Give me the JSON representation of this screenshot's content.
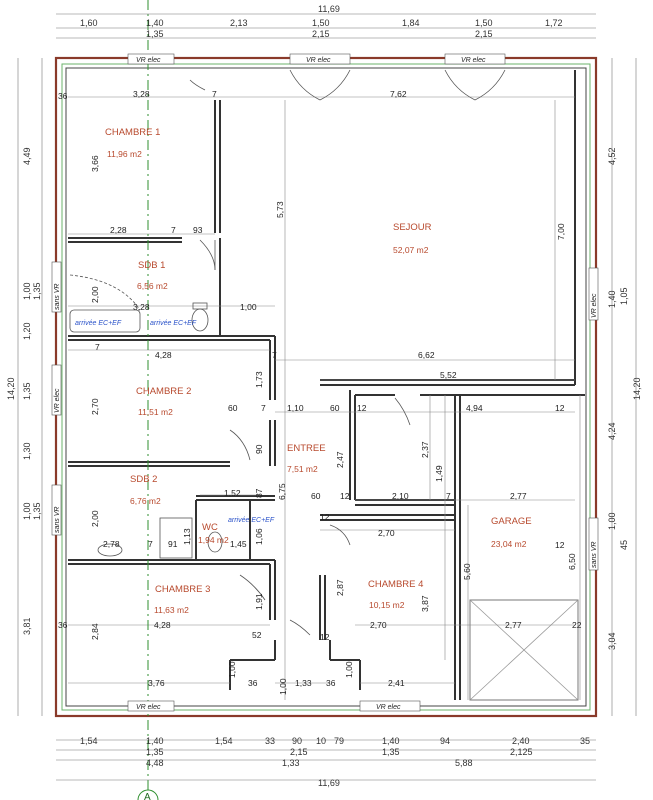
{
  "plan": {
    "rooms": [
      {
        "name": "CHAMBRE 1",
        "area": "11,96 m2"
      },
      {
        "name": "SEJOUR",
        "area": "52,07 m2"
      },
      {
        "name": "SDB 1",
        "area": "6,56 m2"
      },
      {
        "name": "CHAMBRE 2",
        "area": "11,51 m2"
      },
      {
        "name": "ENTREE",
        "area": "7,51 m2"
      },
      {
        "name": "SDB 2",
        "area": "6,76 m2"
      },
      {
        "name": "WC",
        "area": "1,94 m2"
      },
      {
        "name": "GARAGE",
        "area": "23,04 m2"
      },
      {
        "name": "CHAMBRE 4",
        "area": "10,15 m2"
      },
      {
        "name": "CHAMBRE 3",
        "area": "11,63 m2"
      }
    ],
    "top_dims": {
      "total": "11,69",
      "row1": [
        "1,60",
        "1,40",
        "2,13",
        "1,50",
        "1,84",
        "1,50",
        "1,72"
      ],
      "row2": [
        "1,35",
        "2,15",
        "2,15"
      ]
    },
    "bottom_dims": {
      "row1": [
        "1,54",
        "1,40",
        "1,54",
        "33",
        "90",
        "10",
        "79",
        "1,40",
        "94",
        "2,40",
        "35"
      ],
      "row2": [
        "1,35",
        "2,15",
        "1,35",
        "2,125"
      ],
      "row3": [
        "4,48",
        "1,33",
        "5,88"
      ],
      "total": "11,69"
    },
    "left_dims": {
      "outer": "14,20",
      "row": [
        "4,49",
        "1,00",
        "1,20",
        "1,35",
        "1,30",
        "1,00",
        "3,81"
      ],
      "inner": [
        "1,35",
        "1,35"
      ],
      "labels": [
        "sans VR",
        "VR elec",
        "sans VR"
      ]
    },
    "right_dims": {
      "outer": "14,20",
      "row": [
        "4,52",
        "1,40",
        "4,24",
        "1,00",
        "3,04"
      ],
      "inner": [
        "1,05",
        "45"
      ],
      "labels": [
        "VR elec",
        "sans VR"
      ]
    },
    "window_labels": [
      "VR elec",
      "VR elec",
      "VR elec",
      "VR elec",
      "VR elec"
    ],
    "notes": [
      "arrivée EC+EF",
      "arrivée EC+EF",
      "arrivée EC+EF"
    ],
    "interior_dims": [
      "36",
      "3,28",
      "7",
      "7,62",
      "3,66",
      "5,73",
      "7,00",
      "2,28",
      "7",
      "93",
      "2,00",
      "3,28",
      "1,00",
      "4,28",
      "7",
      "6,62",
      "5,52",
      "1,73",
      "2,70",
      "60",
      "7",
      "1,10",
      "60",
      "12",
      "4,94",
      "90",
      "2,47",
      "2,37",
      "1,49",
      "1,52",
      "87",
      "6,75",
      "60",
      "12",
      "2,10",
      "7",
      "2,77",
      "2,00",
      "2,78",
      "7",
      "91",
      "1,13",
      "1,45",
      "1,06",
      "2,70",
      "12",
      "5,60",
      "6,50",
      "2,87",
      "3,87",
      "2,84",
      "4,28",
      "1,91",
      "52",
      "2,70",
      "2,77",
      "22",
      "1,00",
      "36",
      "1,00",
      "1,33",
      "36",
      "1,00",
      "2,41",
      "3,76",
      "36",
      "12",
      "7",
      "12",
      "12"
    ],
    "axis_label": "A",
    "colors": {
      "room_label": "#b84a2e",
      "outer_wall": "#8a3a2a",
      "note": "#2a52c9",
      "axis": "#2f8f2f",
      "insulation": "#6bb36b"
    }
  }
}
